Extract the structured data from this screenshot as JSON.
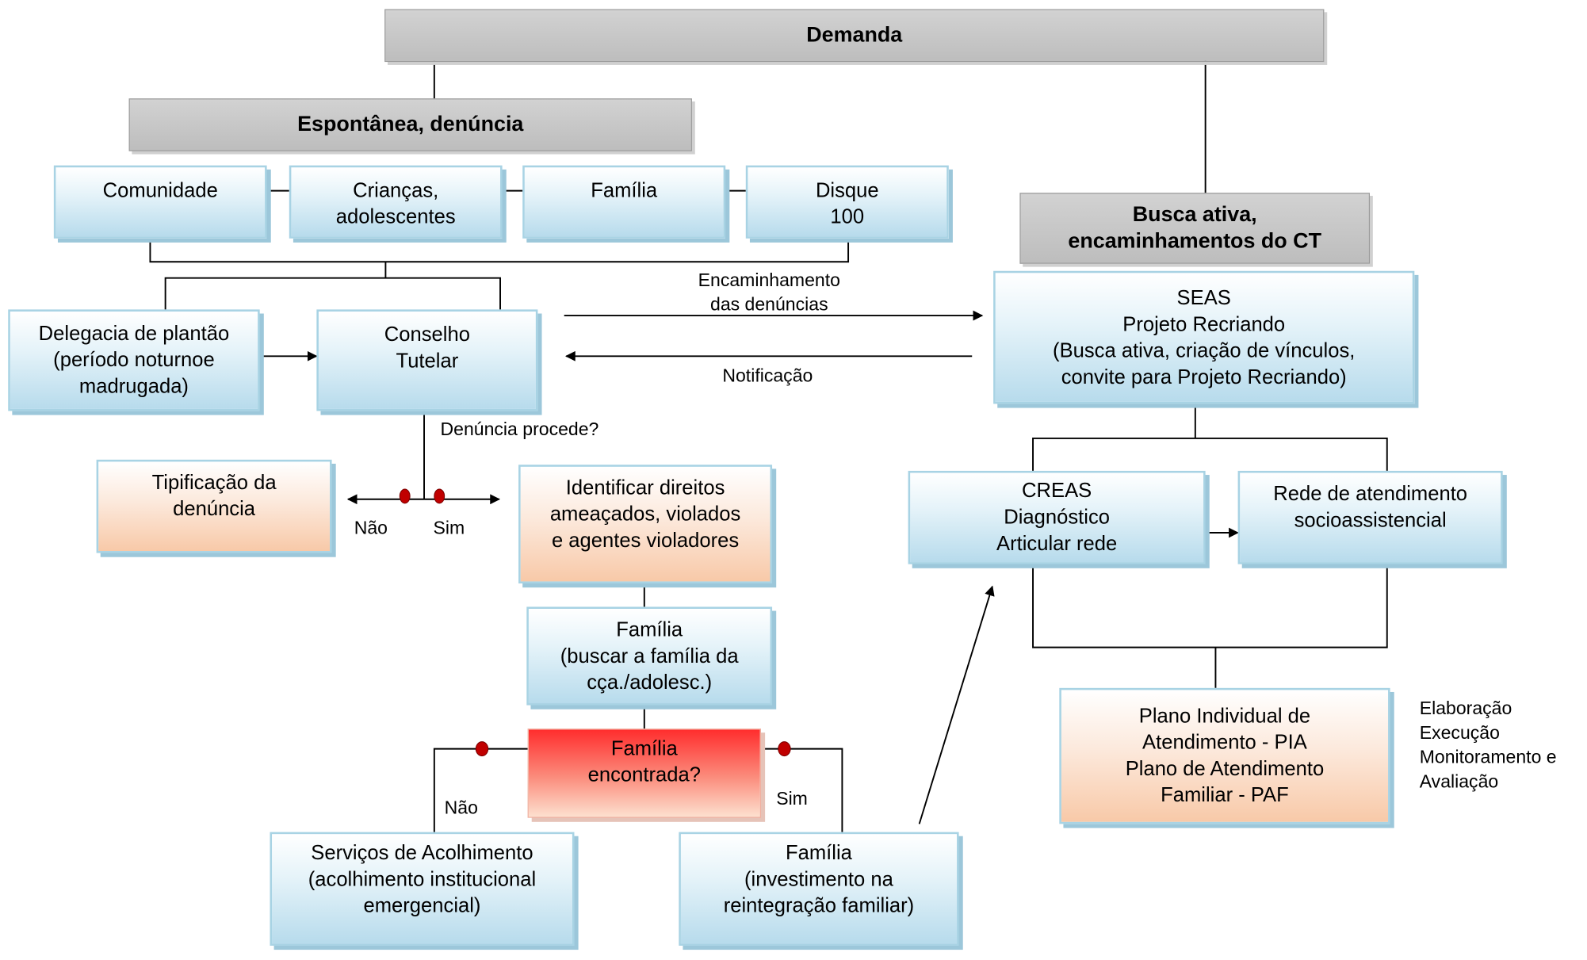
{
  "header": {
    "demanda": "Demanda"
  },
  "espontanea": {
    "title": "Espontânea, denúncia",
    "sources": [
      "Comunidade",
      "Crianças,\nadolescentes",
      "Família",
      "Disque\n100"
    ]
  },
  "busca_ativa": {
    "title": "Busca ativa,\nencaminhamentos do CT"
  },
  "delegacia": "Delegacia de plantão\n(período noturnoe\nmadrugada)",
  "conselho": "Conselho\nTutelar",
  "seas": "SEAS\nProjeto Recriando\n(Busca ativa, criação de vínculos,\nconvite para Projeto Recriando)",
  "edge_labels": {
    "encaminhamento": "Encaminhamento\ndas denúncias",
    "notificacao": "Notificação",
    "denuncia_procede": "Denúncia procede?",
    "nao_1": "Não",
    "sim_1": "Sim",
    "nao_2": "Não",
    "sim_2": "Sim"
  },
  "tipificacao": "Tipificação da\ndenúncia",
  "identificar": "Identificar direitos\nameaçados, violados\ne agentes violadores",
  "familia_buscar": "Família\n(buscar a família da\ncça./adolesc.)",
  "familia_encontrada": "Família\nencontrada?",
  "acolhimento": "Serviços de Acolhimento\n(acolhimento institucional\nemergencial)",
  "familia_reintegracao": "Família\n(investimento na\nreintegração familiar)",
  "creas": "CREAS\nDiagnóstico\nArticular rede",
  "rede": "Rede de atendimento\nsocioassistencial",
  "plano": "Plano Individual de\nAtendimento - PIA\nPlano de Atendimento\nFamiliar - PAF",
  "etapas": "Elaboração\nExecução\nMonitoramento e\nAvaliação",
  "colors": {
    "connector": "#000000",
    "decision_dot": "#c00000",
    "box_border": "#a8d3e4"
  }
}
